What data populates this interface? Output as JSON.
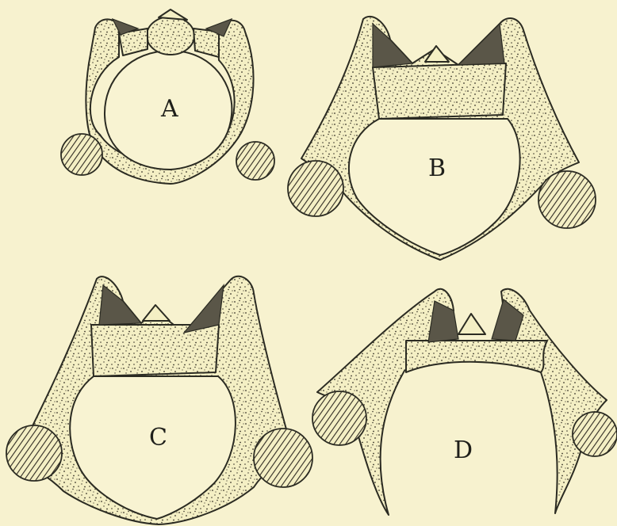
{
  "figure": {
    "panels": [
      {
        "id": "A",
        "label": "A"
      },
      {
        "id": "B",
        "label": "B"
      },
      {
        "id": "C",
        "label": "C"
      },
      {
        "id": "D",
        "label": "D"
      }
    ]
  },
  "colors": {
    "paper": "#f7f2cf",
    "bone": "#f4efc4",
    "ink": "#2b2b22",
    "shade": "#5a5648"
  }
}
